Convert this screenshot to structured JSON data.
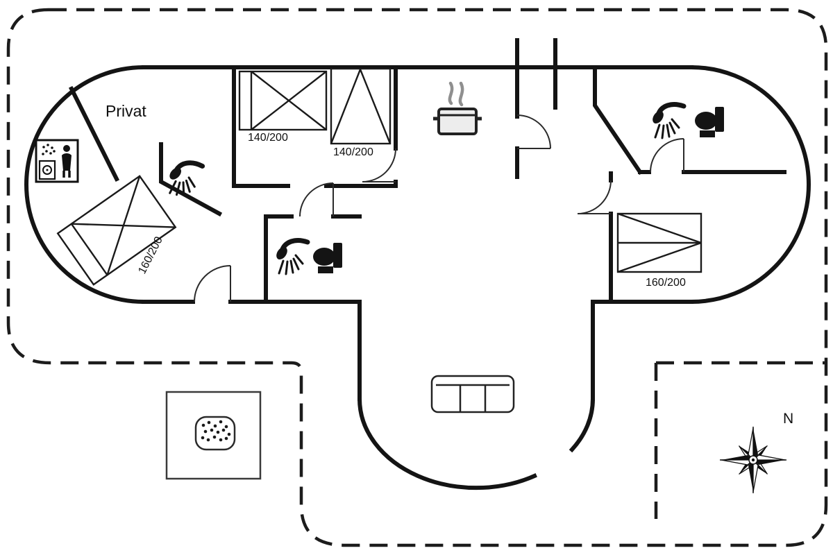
{
  "colors": {
    "wall": "#141414",
    "terrace_dash": "#1c1c1c",
    "background": "#ffffff",
    "furniture_line": "#222222",
    "steam_gray": "#8f8f8f"
  },
  "labels": {
    "private_room": "Privat",
    "bed_top_horizontal": "140/200",
    "bed_top_vertical": "140/200",
    "bed_left_angled": "160/200",
    "bed_right": "160/200",
    "compass_north": "N"
  },
  "icons": {
    "utility_room": "washing-machine-icon",
    "shower_small_room": "shower-icon",
    "shower_middle_bath": "shower-icon",
    "shower_right_bath": "shower-icon",
    "toilet_middle_bath": "toilet-icon",
    "toilet_right_bath": "toilet-icon",
    "kitchen_stove": "steaming-pot-icon",
    "living_room": "sofa-icon",
    "terrace_spa": "hot-tub-icon",
    "orientation": "compass-rose-icon"
  }
}
